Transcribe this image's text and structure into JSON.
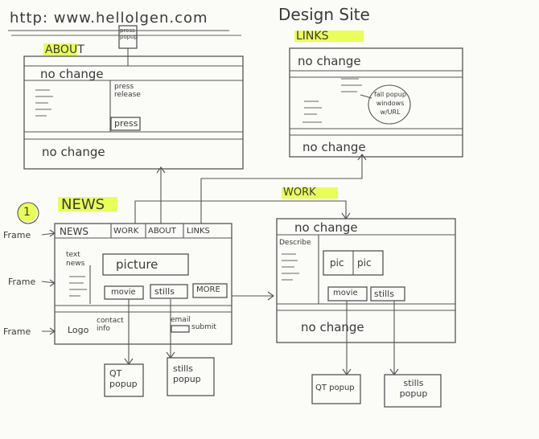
{
  "header": {
    "url": "http: www.hellolgen.com",
    "site_title": "Design Site"
  },
  "about": {
    "title": "ABOUT",
    "top": "no change",
    "bottom": "no change",
    "press_popup": "press popup",
    "press_release": "press release",
    "press": "press"
  },
  "links": {
    "title": "LINKS",
    "top": "no change",
    "bottom": "no change",
    "popup_note": "fall popup windows w/URL"
  },
  "news": {
    "number": "1",
    "title": "NEWS",
    "frame_label_top": "Frame",
    "frame_label_mid": "Frame",
    "frame_label_bottom": "Frame",
    "nav": [
      "NEWS",
      "WORK",
      "ABOUT",
      "LINKS"
    ],
    "side_text": "text news",
    "picture": "picture",
    "buttons": [
      "movie",
      "stills",
      "MORE"
    ],
    "logo": "Logo",
    "contact": "contact info",
    "email": "email",
    "submit": "submit"
  },
  "work": {
    "title": "WORK",
    "top": "no change",
    "bottom": "no change",
    "describe": "Describe",
    "pics": [
      "pic",
      "pic"
    ],
    "buttons": [
      "movie",
      "stills"
    ]
  },
  "popups": {
    "qt_news": "QT popup",
    "stills_news": "stills popup",
    "qt_work": "QT popup",
    "stills_work": "stills popup"
  },
  "colors": {
    "highlight": "#e6ff3a",
    "ink": "#555555"
  }
}
